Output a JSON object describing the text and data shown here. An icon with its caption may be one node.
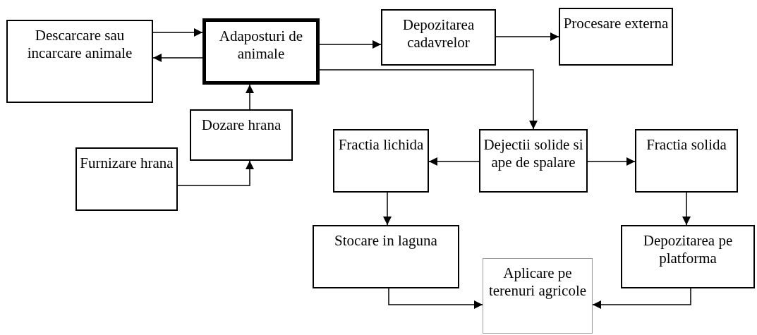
{
  "diagram": {
    "nodes": [
      {
        "text": [
          "Descarcare sau incarcare animale"
        ]
      },
      {
        "text": [
          "Adaposturi de animale"
        ]
      },
      {
        "text": [
          "Depozitarea cadavrelor"
        ]
      },
      {
        "text": [
          "Procesare externa"
        ]
      },
      {
        "text": [
          "Dozare hrana"
        ]
      },
      {
        "text": [
          "Furnizare hrana"
        ]
      },
      {
        "text": [
          "Fractia lichida"
        ]
      },
      {
        "text": [
          "Dejectii solide si ape de spalare"
        ]
      },
      {
        "text": [
          "Fractia solida"
        ]
      },
      {
        "text": [
          "Stocare in laguna"
        ]
      },
      {
        "text": [
          "Aplicare pe terenuri agricole"
        ]
      },
      {
        "text": [
          "Depozitarea pe platforma"
        ]
      }
    ],
    "edges": [
      {
        "from": 0,
        "to": 1,
        "arrow": "to"
      },
      {
        "from": 1,
        "to": 0,
        "arrow": "to"
      },
      {
        "from": 1,
        "to": 2,
        "arrow": "to"
      },
      {
        "from": 2,
        "to": 3,
        "arrow": "to"
      },
      {
        "from": 1,
        "to": 7,
        "arrow": "to"
      },
      {
        "from": 4,
        "to": 1,
        "arrow": "to"
      },
      {
        "from": 5,
        "to": 4,
        "arrow": "to"
      },
      {
        "from": 7,
        "to": 6,
        "arrow": "to"
      },
      {
        "from": 7,
        "to": 8,
        "arrow": "to"
      },
      {
        "from": 6,
        "to": 9,
        "arrow": "to"
      },
      {
        "from": 8,
        "to": 11,
        "arrow": "to"
      },
      {
        "from": 9,
        "to": 10,
        "arrow": "to"
      },
      {
        "from": 11,
        "to": 10,
        "arrow": "to"
      }
    ]
  }
}
